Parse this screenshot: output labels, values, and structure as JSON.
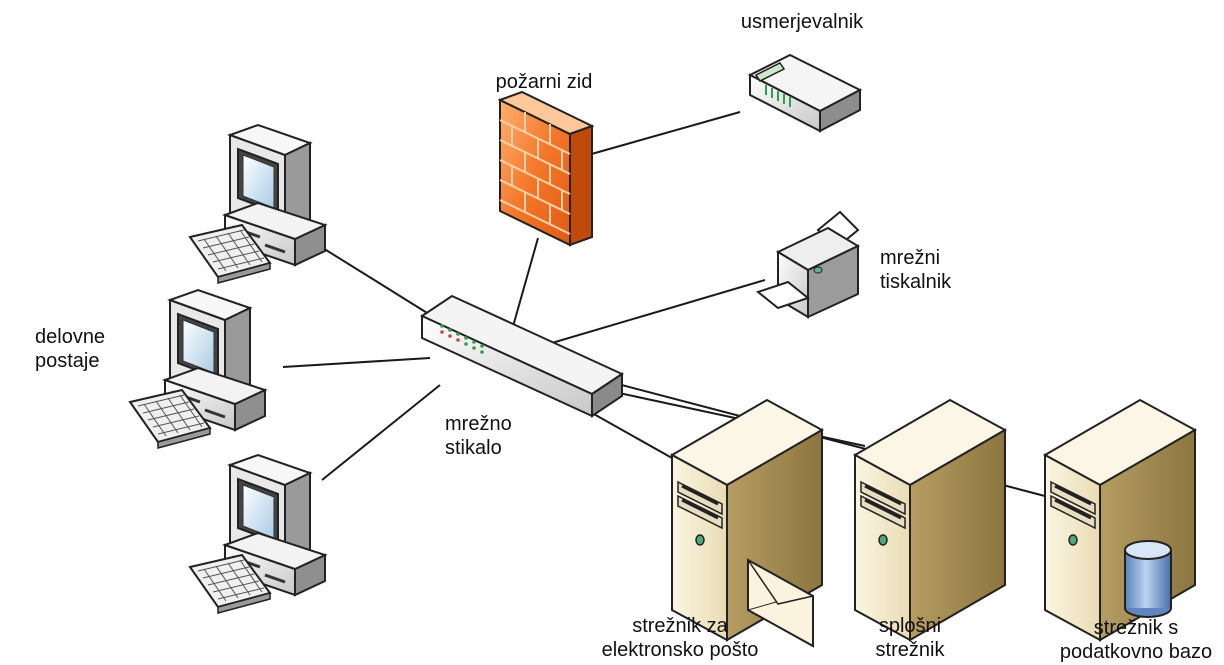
{
  "labels": {
    "router": "usmerjevalnik",
    "firewall": "požarni zid",
    "printer": [
      "mrežni",
      "tiskalnik"
    ],
    "workstations": [
      "delovne",
      "postaje"
    ],
    "switch": [
      "mrežno",
      "stikalo"
    ],
    "mail_server": [
      "strežnik za",
      "elektronsko pošto"
    ],
    "general_server": [
      "splošni",
      "strežnik"
    ],
    "db_server": [
      "strežnik s",
      "podatkovno bazo"
    ]
  },
  "colors": {
    "line": "#1a1a1a",
    "firewall_brick": "#f07a2a",
    "server_body": "#efe6c8",
    "screen": "#cfe4f3",
    "db_cylinder": "#8fb3dd"
  }
}
